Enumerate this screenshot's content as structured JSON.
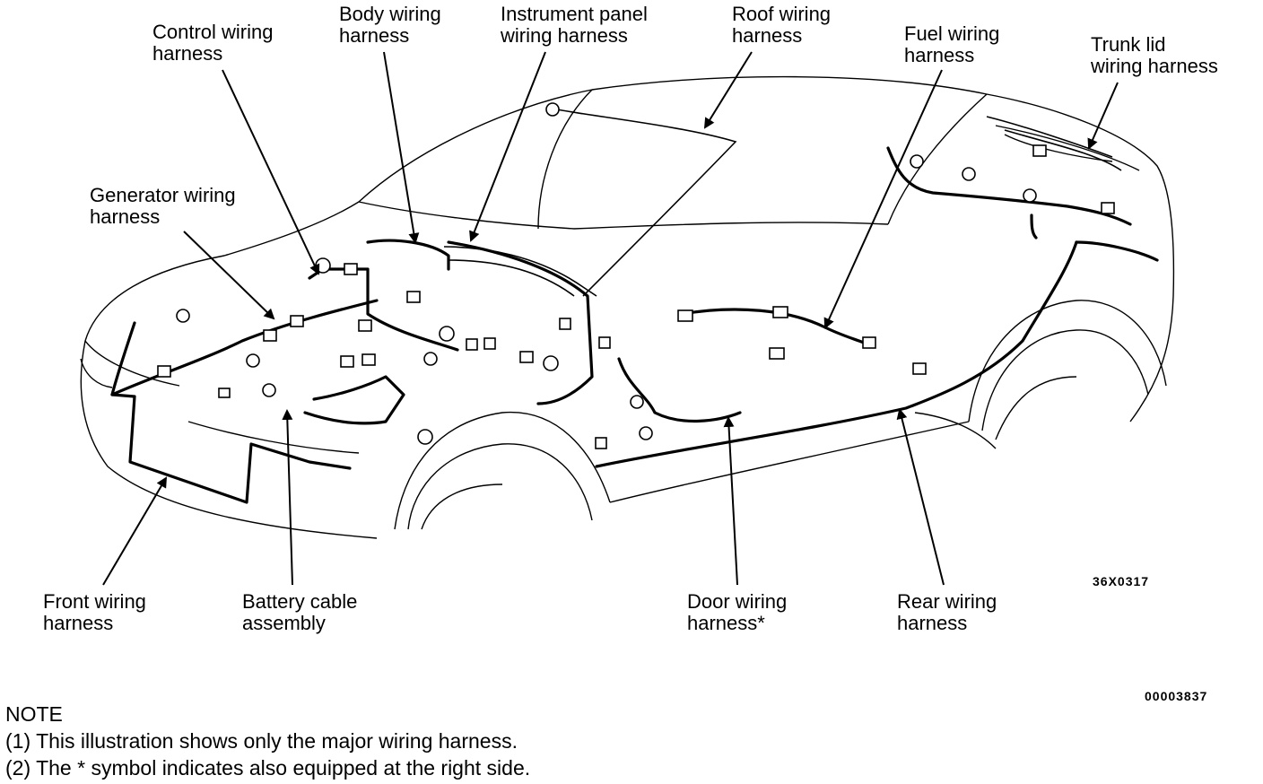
{
  "labels": {
    "control": "Control wiring\nharness",
    "body": "Body  wiring\nharness",
    "instrument": "Instrument panel\nwiring harness",
    "roof": "Roof wiring\nharness",
    "fuel": "Fuel wiring\nharness",
    "trunk": "Trunk lid\nwiring harness",
    "generator": "Generator wiring\nharness",
    "front": "Front wiring\nharness",
    "battery": "Battery cable\nassembly",
    "door": "Door wiring\nharness*",
    "rear": "Rear wiring\nharness"
  },
  "codes": {
    "figure": "36X0317",
    "document": "00003837"
  },
  "note": {
    "heading": "NOTE",
    "line1": "(1)  This illustration shows only the major wiring harness.",
    "line2": "(2)  The * symbol indicates also equipped at the right side."
  }
}
